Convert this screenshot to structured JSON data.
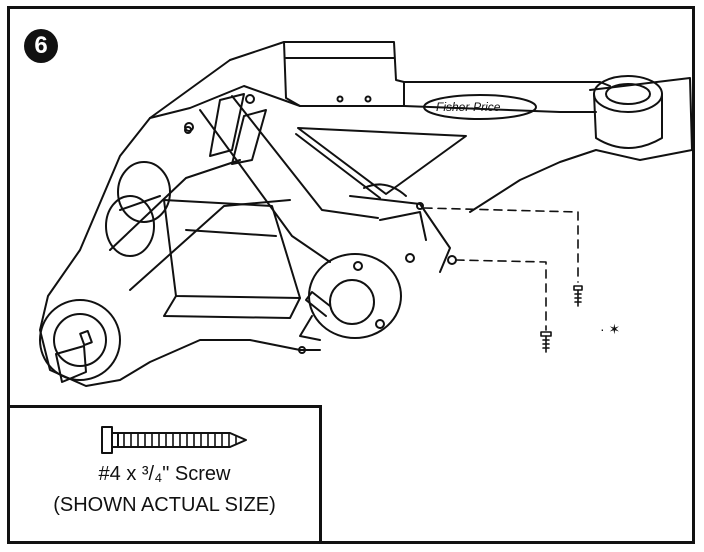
{
  "step": {
    "number": "6"
  },
  "drawing": {
    "brand_logo": "Fisher-Price"
  },
  "screw_callout": {
    "size_text": "#4 x ³/₄\" Screw",
    "note": "(SHOWN ACTUAL SIZE)",
    "icon": "screw-icon"
  }
}
